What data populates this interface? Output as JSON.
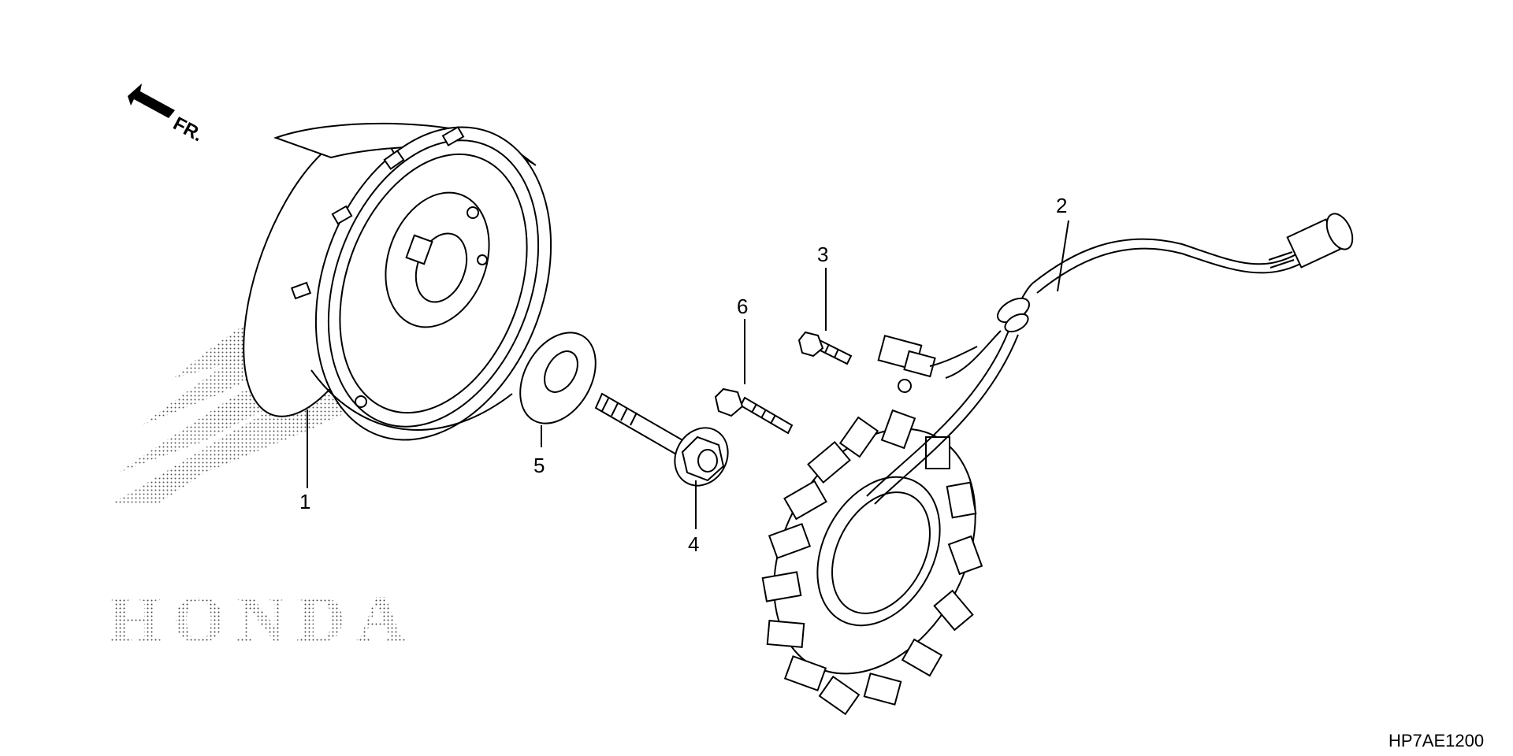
{
  "diagram": {
    "orientation_label": "FR.",
    "watermark": "HONDA",
    "diagram_code": "HP7AE1200",
    "callouts": [
      {
        "id": "1",
        "label": "1"
      },
      {
        "id": "2",
        "label": "2"
      },
      {
        "id": "3",
        "label": "3"
      },
      {
        "id": "4",
        "label": "4"
      },
      {
        "id": "5",
        "label": "5"
      },
      {
        "id": "6",
        "label": "6"
      }
    ],
    "icons": [
      "front-direction-arrow-icon",
      "honda-wing-logo-icon"
    ]
  }
}
